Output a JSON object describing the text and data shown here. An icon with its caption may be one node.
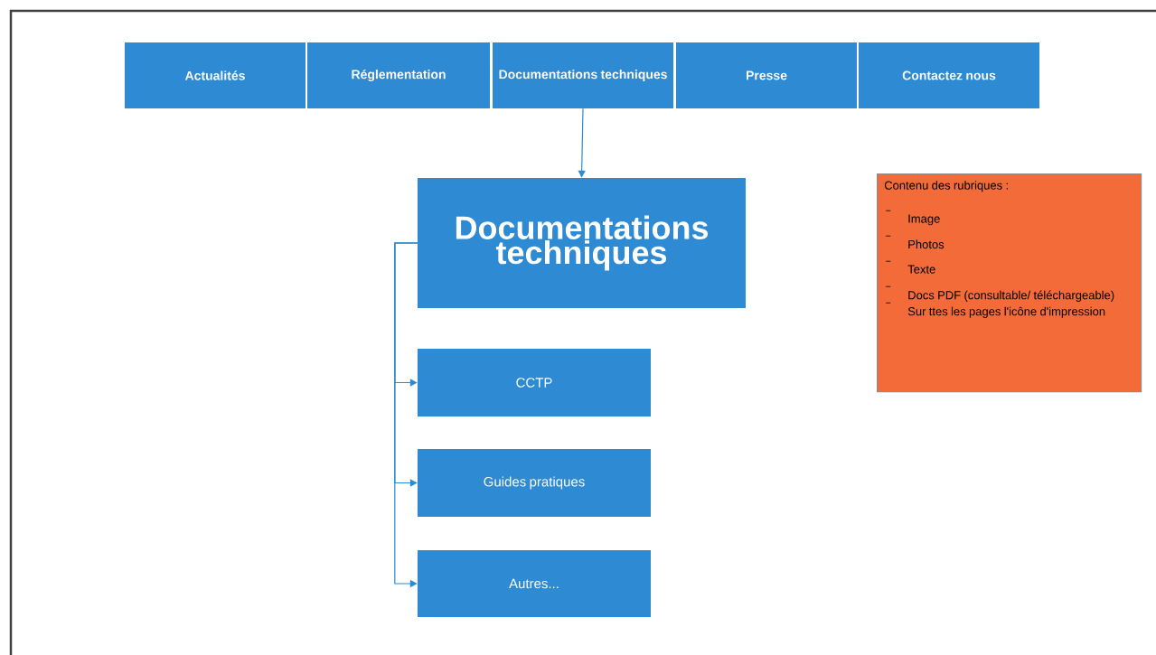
{
  "diagram": {
    "nodes": [
      {
        "text": [
          "Actualités"
        ]
      },
      {
        "text": [
          "Réglementation"
        ]
      },
      {
        "text": [
          "Documentations techniques"
        ]
      },
      {
        "text": [
          "Presse"
        ]
      },
      {
        "text": [
          "Contactez nous"
        ]
      },
      {
        "text": [
          "Documentations techniques"
        ]
      },
      {
        "text": [
          "CCTP"
        ]
      },
      {
        "text": [
          "Guides pratiques"
        ]
      },
      {
        "text": [
          "Autres..."
        ]
      },
      {
        "text": [
          "Contenu des rubriques :",
          "Image",
          "Photos",
          "Texte",
          "Docs PDF (consultable/ téléchargeable)",
          "Sur ttes les pages l'icône d'impression"
        ]
      }
    ],
    "edges": [
      {
        "from": 2,
        "to": 5,
        "arrow": "to"
      },
      {
        "from": 5,
        "to": 6,
        "arrow": "to"
      },
      {
        "from": 5,
        "to": 7,
        "arrow": "to"
      },
      {
        "from": 5,
        "to": 8,
        "arrow": "to"
      }
    ]
  }
}
